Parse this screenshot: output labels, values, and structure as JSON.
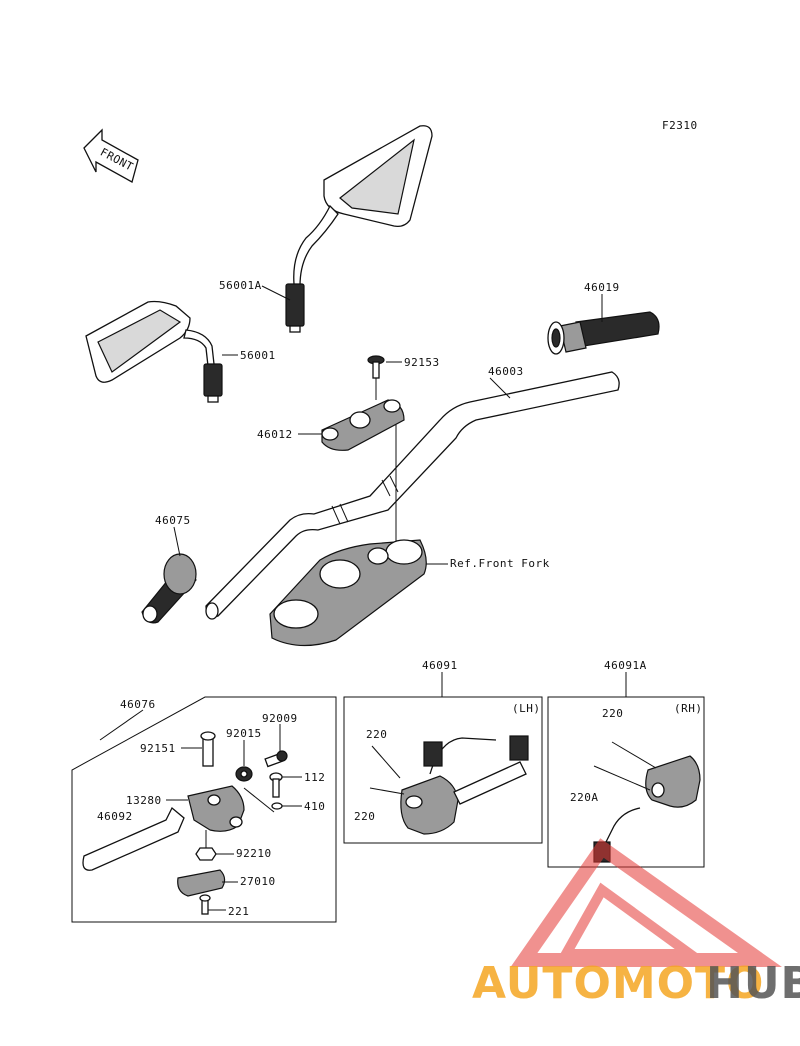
{
  "figure_code": "F2310",
  "front_label": "FRONT",
  "ref_front_fork": "Ref.Front Fork",
  "side_lh": "(LH)",
  "side_rh": "(RH)",
  "parts": {
    "p56001A": "56001A",
    "p56001": "56001",
    "p46019": "46019",
    "p92153": "92153",
    "p46003": "46003",
    "p46012": "46012",
    "p46075": "46075",
    "p46091": "46091",
    "p46091A": "46091A",
    "p46076": "46076",
    "p92009": "92009",
    "p92151": "92151",
    "p92015": "92015",
    "p112": "112",
    "p13280": "13280",
    "p410": "410",
    "p46092": "46092",
    "p92210": "92210",
    "p27010": "27010",
    "p221": "221",
    "p220_lh_top": "220",
    "p220_lh_bottom": "220",
    "p220_rh": "220",
    "p220A": "220A"
  },
  "watermark": {
    "part1": "AUTOMOTO",
    "part2": "HUB",
    "color1": "#f5a623",
    "color2": "#555555",
    "logo_color": "#e53935"
  }
}
